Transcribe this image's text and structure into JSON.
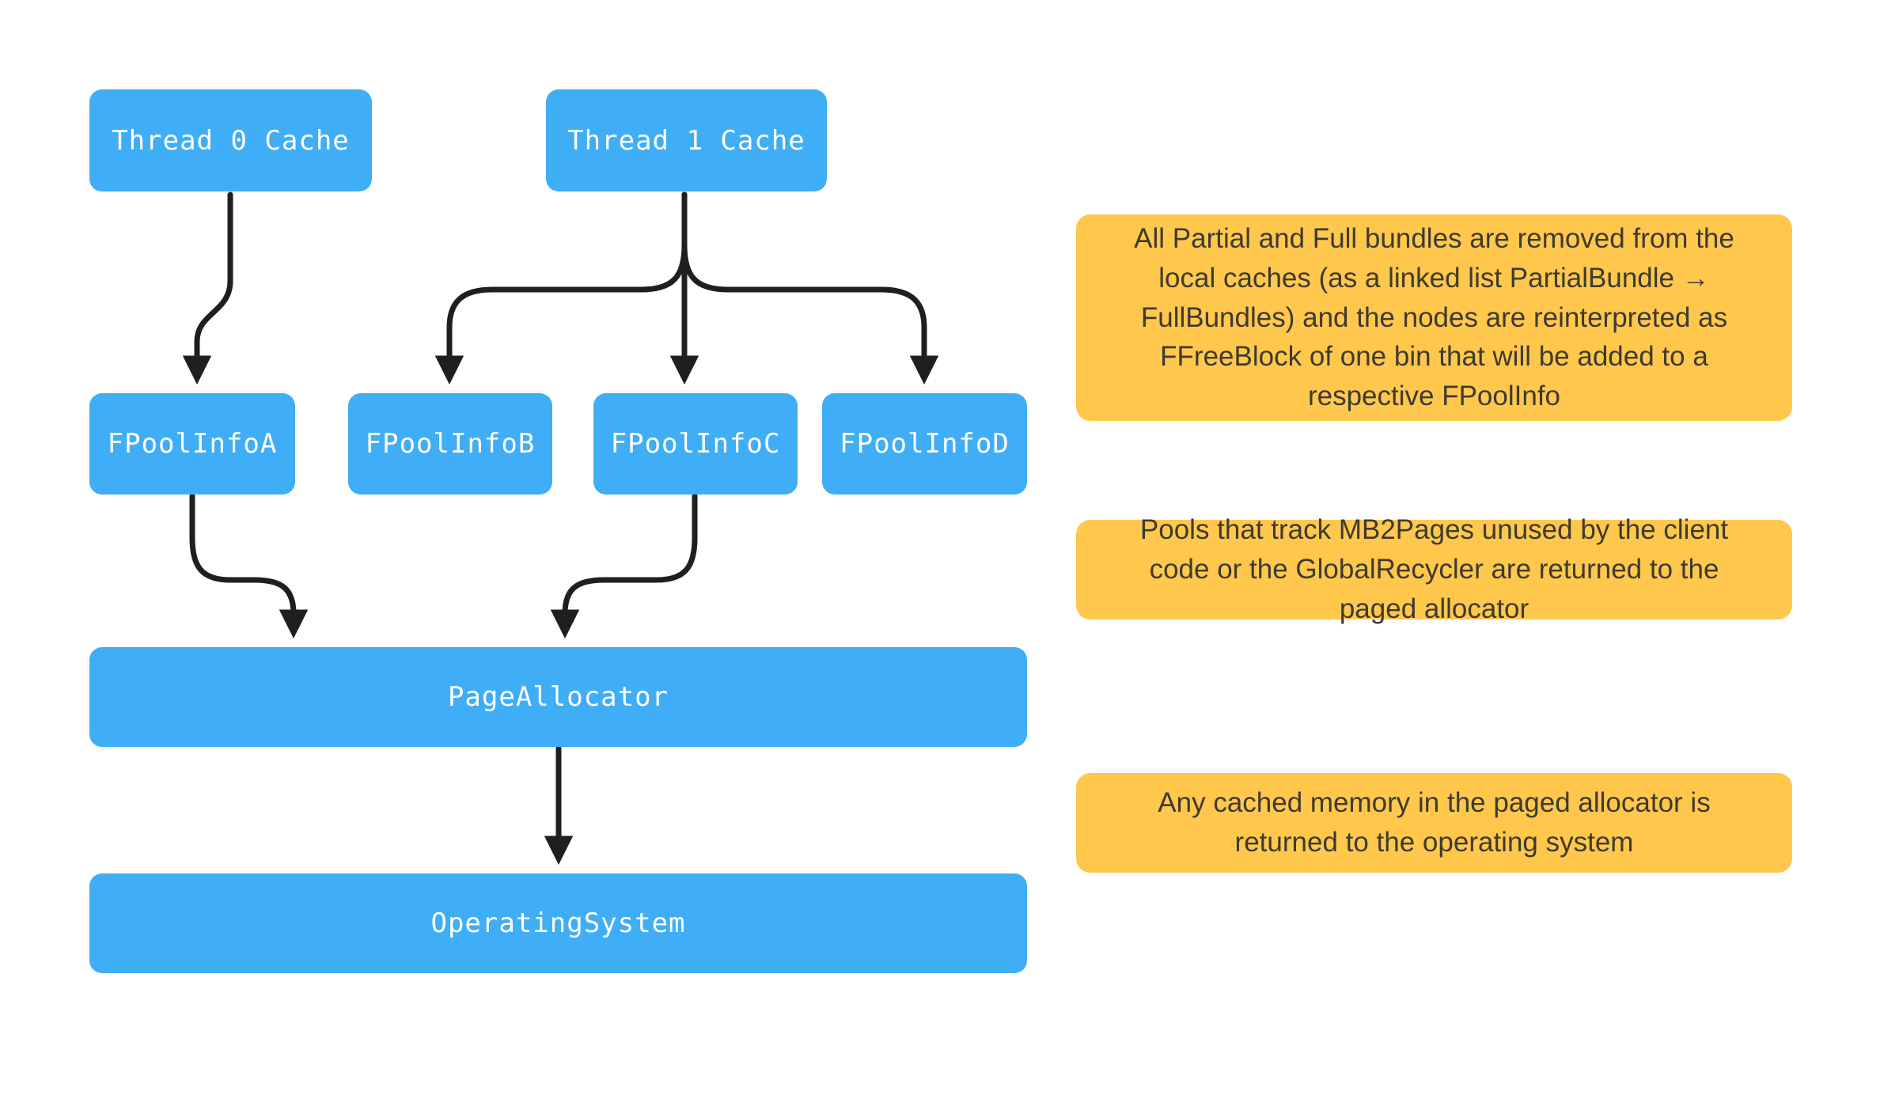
{
  "diagram": {
    "nodes": {
      "thread0": {
        "label": "Thread 0 Cache"
      },
      "thread1": {
        "label": "Thread 1 Cache"
      },
      "poolA": {
        "label": "FPoolInfoA"
      },
      "poolB": {
        "label": "FPoolInfoB"
      },
      "poolC": {
        "label": "FPoolInfoC"
      },
      "poolD": {
        "label": "FPoolInfoD"
      },
      "pageAllocator": {
        "label": "PageAllocator"
      },
      "operatingSystem": {
        "label": "OperatingSystem"
      }
    },
    "notes": {
      "note1": {
        "text": "All Partial and Full bundles are removed from the local caches (as a linked list  PartialBundle → FullBundles) and the nodes are reinterpreted as FFreeBlock of one bin that will be added to a respective FPoolInfo"
      },
      "note2": {
        "text": "Pools that track MB2Pages unused by the client code or the GlobalRecycler are returned to the paged allocator"
      },
      "note3": {
        "text": "Any cached memory in the paged allocator is returned to the operating system"
      }
    },
    "edges": [
      "thread0 → poolA",
      "thread1 → poolB",
      "thread1 → poolC",
      "thread1 → poolD",
      "poolA → pageAllocator",
      "poolC → pageAllocator",
      "pageAllocator → operatingSystem"
    ],
    "colors": {
      "node_fill": "#40adf7",
      "node_text": "#ffffff",
      "note_fill": "#ffc84d",
      "note_text": "#3e3a2f",
      "arrow": "#1f1f1f",
      "background": "#ffffff"
    }
  }
}
